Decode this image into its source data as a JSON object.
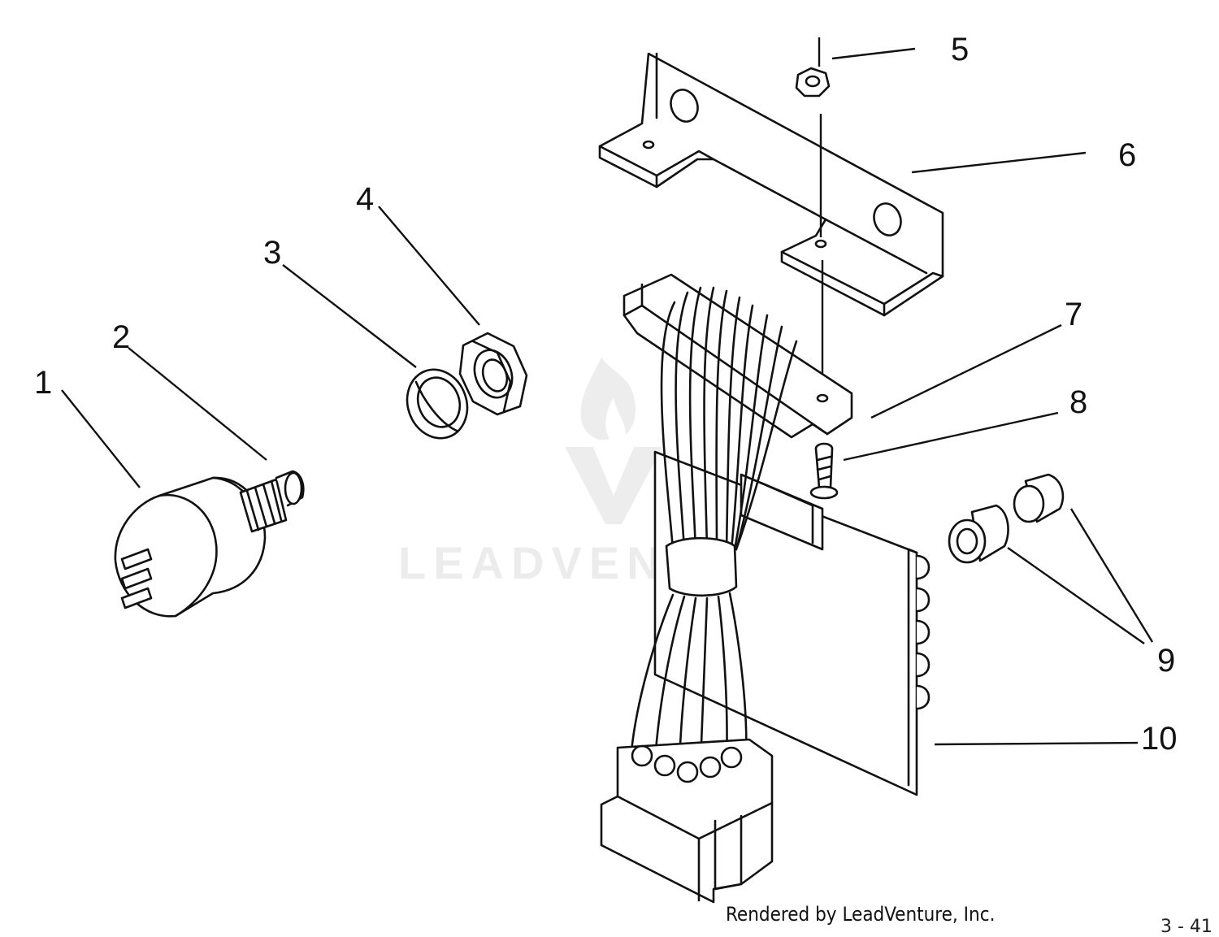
{
  "diagram": {
    "callouts": [
      {
        "id": "1",
        "label": "1"
      },
      {
        "id": "2",
        "label": "2"
      },
      {
        "id": "3",
        "label": "3"
      },
      {
        "id": "4",
        "label": "4"
      },
      {
        "id": "5",
        "label": "5"
      },
      {
        "id": "6",
        "label": "6"
      },
      {
        "id": "7",
        "label": "7"
      },
      {
        "id": "8",
        "label": "8"
      },
      {
        "id": "9",
        "label": "9"
      },
      {
        "id": "10",
        "label": "10"
      }
    ]
  },
  "watermark": {
    "text": "LEADVENTURE"
  },
  "footer": {
    "credit": "Rendered by LeadVenture, Inc.",
    "corner_mark": "3 - 41"
  },
  "colors": {
    "ink": "#111111",
    "background": "#ffffff"
  }
}
